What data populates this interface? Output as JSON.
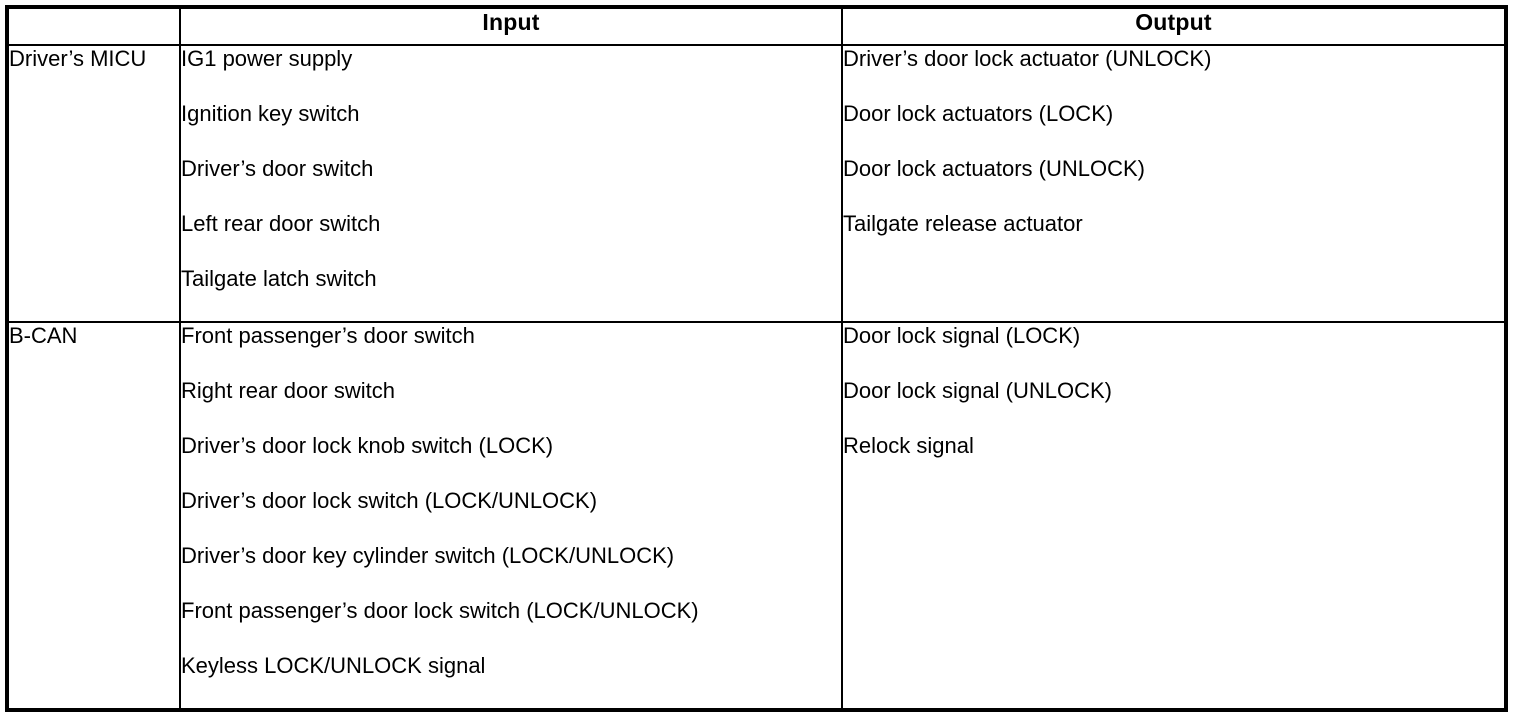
{
  "table": {
    "columns": {
      "module_header": "",
      "input_header": "Input",
      "output_header": "Output"
    },
    "rows": [
      {
        "module": "Driver’s MICU",
        "inputs": [
          "IG1 power supply",
          "Ignition key switch",
          "Driver’s door switch",
          "Left rear door switch",
          "Tailgate latch switch"
        ],
        "outputs": [
          "Driver’s door lock actuator (UNLOCK)",
          "Door lock actuators (LOCK)",
          "Door lock actuators (UNLOCK)",
          "Tailgate release actuator"
        ]
      },
      {
        "module": "B-CAN",
        "inputs": [
          "Front passenger’s door switch",
          "Right rear door switch",
          "Driver’s door lock knob switch (LOCK)",
          "Driver’s door lock switch (LOCK/UNLOCK)",
          "Driver’s door key cylinder switch (LOCK/UNLOCK)",
          "Front passenger’s door lock switch (LOCK/UNLOCK)",
          "Keyless LOCK/UNLOCK signal"
        ],
        "outputs": [
          "Door lock signal (LOCK)",
          "Door lock signal (UNLOCK)",
          "Relock signal"
        ]
      }
    ]
  },
  "colors": {
    "border": "#000000",
    "text": "#000000",
    "background": "#ffffff"
  }
}
